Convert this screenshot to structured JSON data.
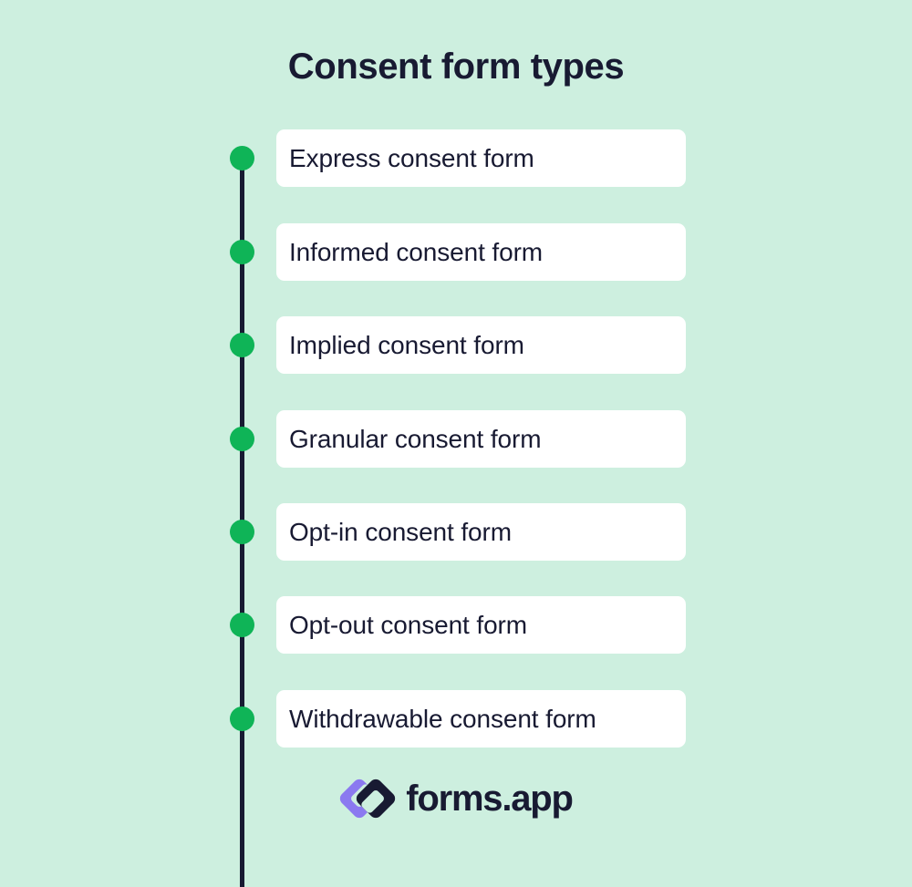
{
  "page": {
    "title": "Consent form types",
    "background_color": "#cdefdf",
    "text_color": "#181a32",
    "accent_color": "#0fb457",
    "card_color": "#ffffff",
    "logo_purple": "#8b79f0"
  },
  "timeline": {
    "items": [
      {
        "label": "Express consent form"
      },
      {
        "label": "Informed consent form"
      },
      {
        "label": "Implied consent form"
      },
      {
        "label": "Granular consent form"
      },
      {
        "label": "Opt-in consent form"
      },
      {
        "label": "Opt-out consent form"
      },
      {
        "label": "Withdrawable consent form"
      }
    ]
  },
  "logo": {
    "wordmark": "forms.app",
    "mark_name": "forms-app-logo-icon"
  }
}
